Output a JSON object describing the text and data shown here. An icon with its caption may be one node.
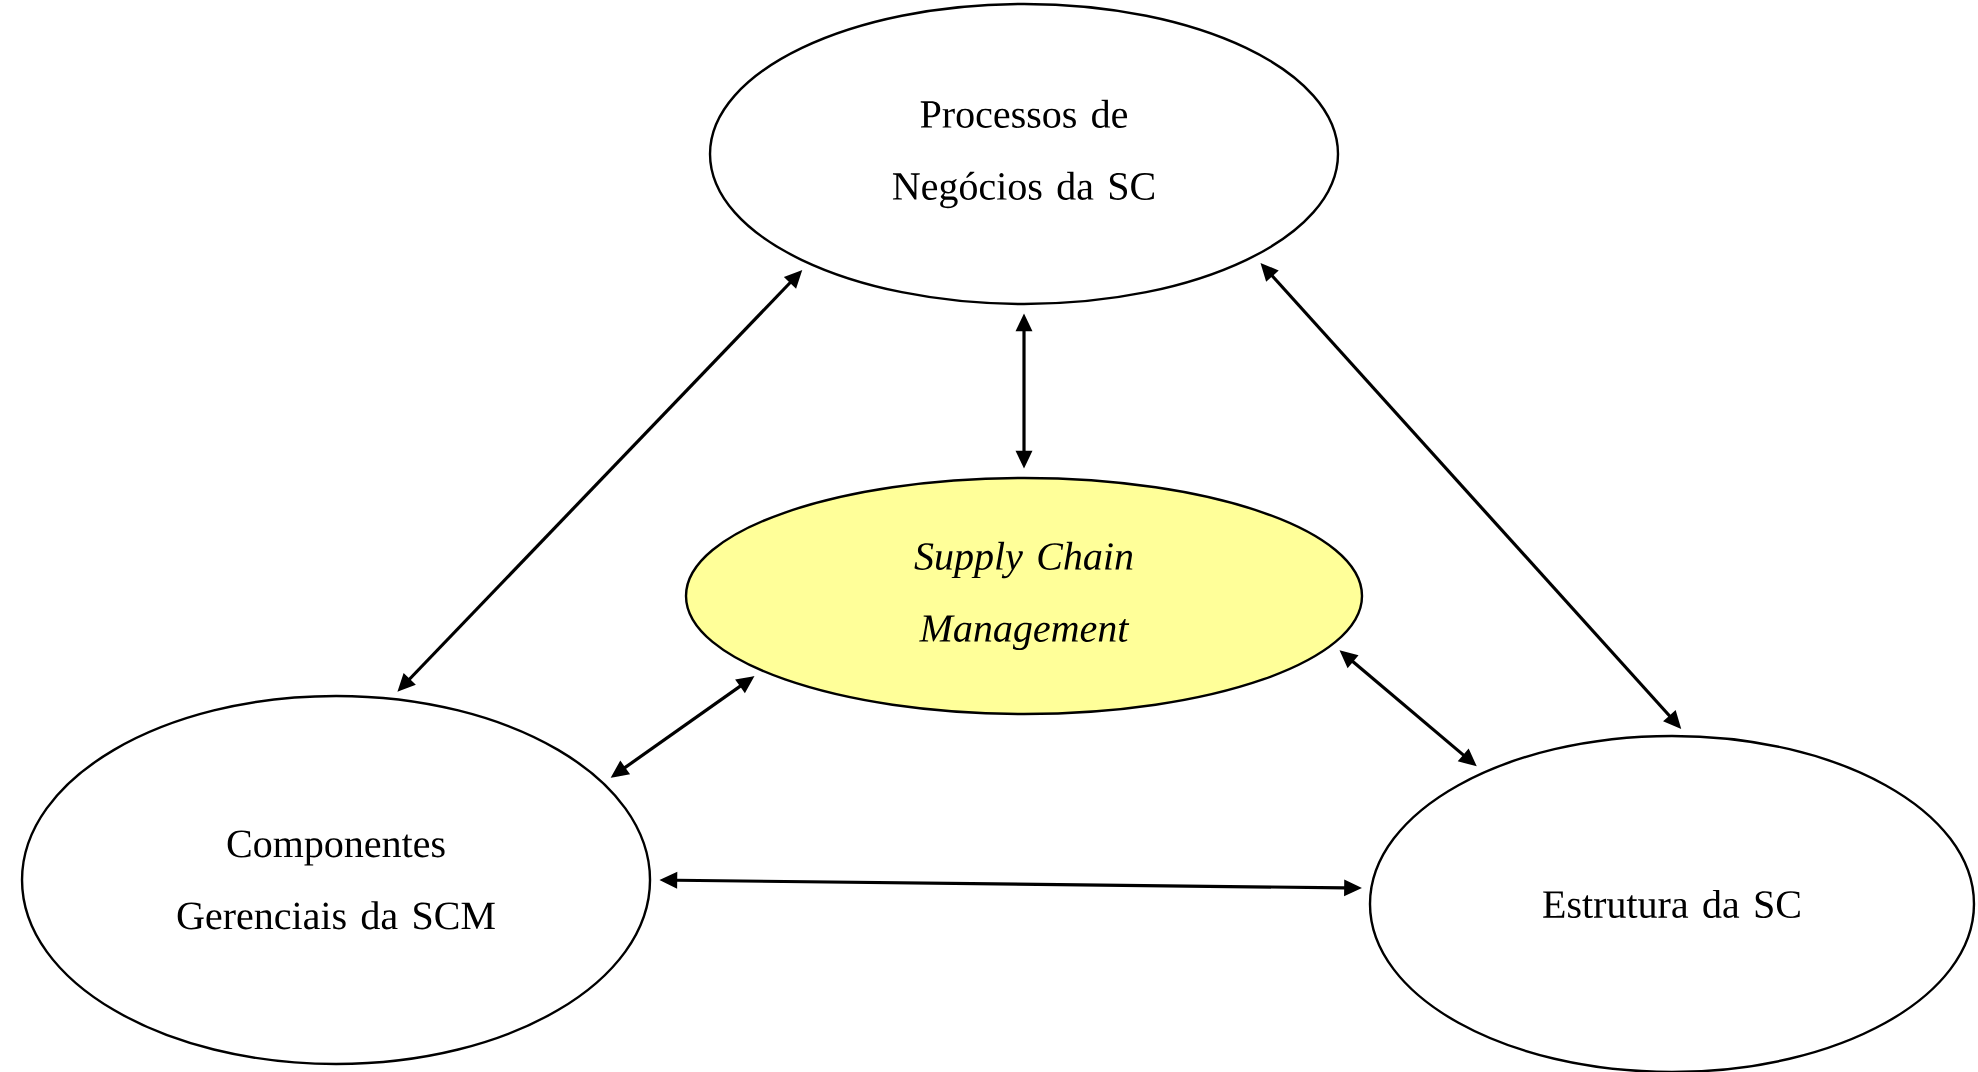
{
  "diagram": {
    "nodes": [
      {
        "text": [
          "Processos de Negócios da SC"
        ]
      },
      {
        "text": [
          "Supply Chain Management"
        ]
      },
      {
        "text": [
          "Componentes Gerenciais da SCM"
        ]
      },
      {
        "text": [
          "Estrutura da SC"
        ]
      }
    ],
    "edges": [
      {
        "from": 0,
        "to": 2,
        "arrow": "both"
      },
      {
        "from": 0,
        "to": 1,
        "arrow": "both"
      },
      {
        "from": 0,
        "to": 3,
        "arrow": "both"
      },
      {
        "from": 1,
        "to": 2,
        "arrow": "both"
      },
      {
        "from": 1,
        "to": 3,
        "arrow": "both"
      },
      {
        "from": 2,
        "to": 3,
        "arrow": "both"
      }
    ]
  }
}
